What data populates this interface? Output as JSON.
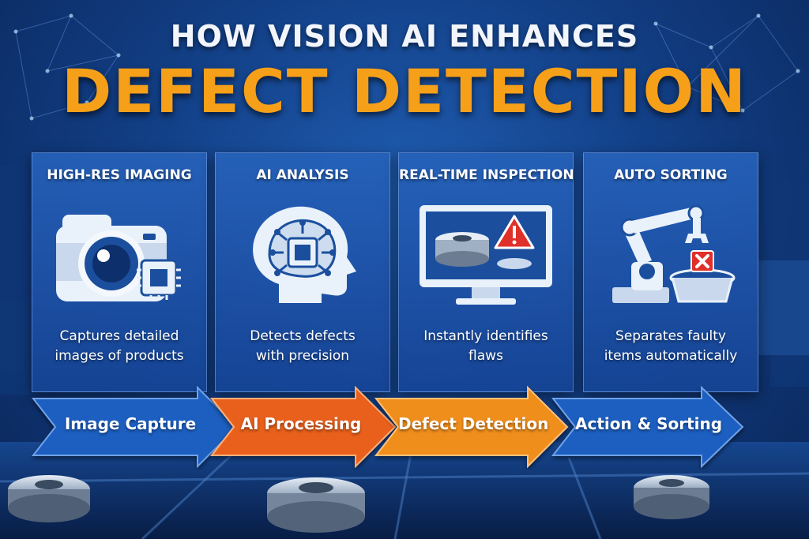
{
  "title": {
    "line1": "HOW VISION AI ENHANCES",
    "line2": "DEFECT DETECTION"
  },
  "cards": [
    {
      "title": "HIGH-RES IMAGING",
      "desc_line1": "Captures detailed",
      "desc_line2": "images of products",
      "icon": "camera-chip-icon"
    },
    {
      "title": "AI ANALYSIS",
      "desc_line1": "Detects defects",
      "desc_line2": "with precision",
      "icon": "ai-brain-icon"
    },
    {
      "title": "REAL-TIME INSPECTION",
      "desc_line1": "Instantly identifies",
      "desc_line2": "flaws",
      "icon": "monitor-warning-icon"
    },
    {
      "title": "AUTO SORTING",
      "desc_line1": "Separates faulty",
      "desc_line2": "items automatically",
      "icon": "robot-arm-icon"
    }
  ],
  "steps": [
    {
      "label": "Image Capture",
      "color": "#1f5fc0"
    },
    {
      "label": "AI Processing",
      "color": "#e8601c"
    },
    {
      "label": "Defect Detection",
      "color": "#f08e1e"
    },
    {
      "label": "Action & Sorting",
      "color": "#1f5fc0"
    }
  ],
  "colors": {
    "accent_orange": "#f6a019",
    "card_blue": "#1f5cb0",
    "warning_red": "#e0302a"
  }
}
